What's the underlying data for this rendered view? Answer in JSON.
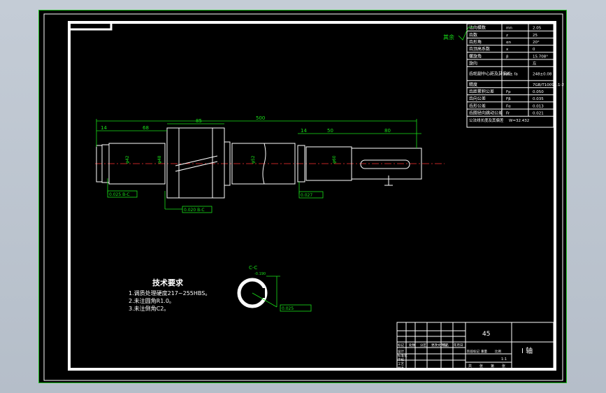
{
  "drawing": {
    "title_block": {
      "material": "45",
      "part_name": "I 轴",
      "scale": "1:1",
      "row_labels": [
        "标记",
        "处数",
        "分区",
        "更改文件号",
        "签名",
        "年月日"
      ],
      "stage_labels": [
        "阶段标记",
        "重量",
        "比例"
      ],
      "bottom_labels": [
        "共",
        "张",
        "第",
        "张"
      ],
      "left_labels": [
        "设计",
        "标准化",
        "审核",
        "工艺",
        "批准"
      ]
    },
    "gear_table": {
      "rows": [
        {
          "name": "法向模数",
          "sym": "mn",
          "value": "2.05"
        },
        {
          "name": "齿数",
          "sym": "z",
          "value": "25"
        },
        {
          "name": "齿形角",
          "sym": "αn",
          "value": "20°"
        },
        {
          "name": "齿顶高系数",
          "sym": "x",
          "value": "0"
        },
        {
          "name": "螺旋角",
          "sym": "β",
          "value": "15.708°"
        },
        {
          "name": "旋向",
          "sym": "",
          "value": "左"
        },
        {
          "name": "齿轮副中心距及其偏差",
          "sym": "a ± fa",
          "value": "248±0.08"
        },
        {
          "name": "精度",
          "sym": "",
          "value": "7GB/T10095.1-2"
        },
        {
          "name": "齿距累积公差",
          "sym": "Fp",
          "value": "0.050"
        },
        {
          "name": "齿向公差",
          "sym": "Fβ",
          "value": "0.035"
        },
        {
          "name": "齿形公差",
          "sym": "Fα",
          "value": "0.013"
        },
        {
          "name": "齿圈径向跳动公差",
          "sym": "Fr",
          "value": "0.021"
        }
      ],
      "last_row": {
        "name": "公法线长度及其偏差",
        "value": "W=32.432"
      }
    },
    "roughness_note": "其余",
    "dimensions": {
      "total_length": "500",
      "segments": [
        "14",
        "68",
        "85",
        "14",
        "50",
        "80"
      ],
      "diameters": [
        "φ42",
        "φ48",
        "φ52",
        "φ60"
      ]
    },
    "tolerance_frames": [
      "0.025 B-C",
      "0.020 B-C",
      "0.027"
    ],
    "section": {
      "label": "C-C",
      "key_dim": "-0.190",
      "flatness": "0.025"
    },
    "notes": {
      "heading": "技术要求",
      "items": [
        "1.调质处理硬度217~255HBS。",
        "2.未注圆角R1.0。",
        "3.未注倒角C2。"
      ]
    }
  }
}
